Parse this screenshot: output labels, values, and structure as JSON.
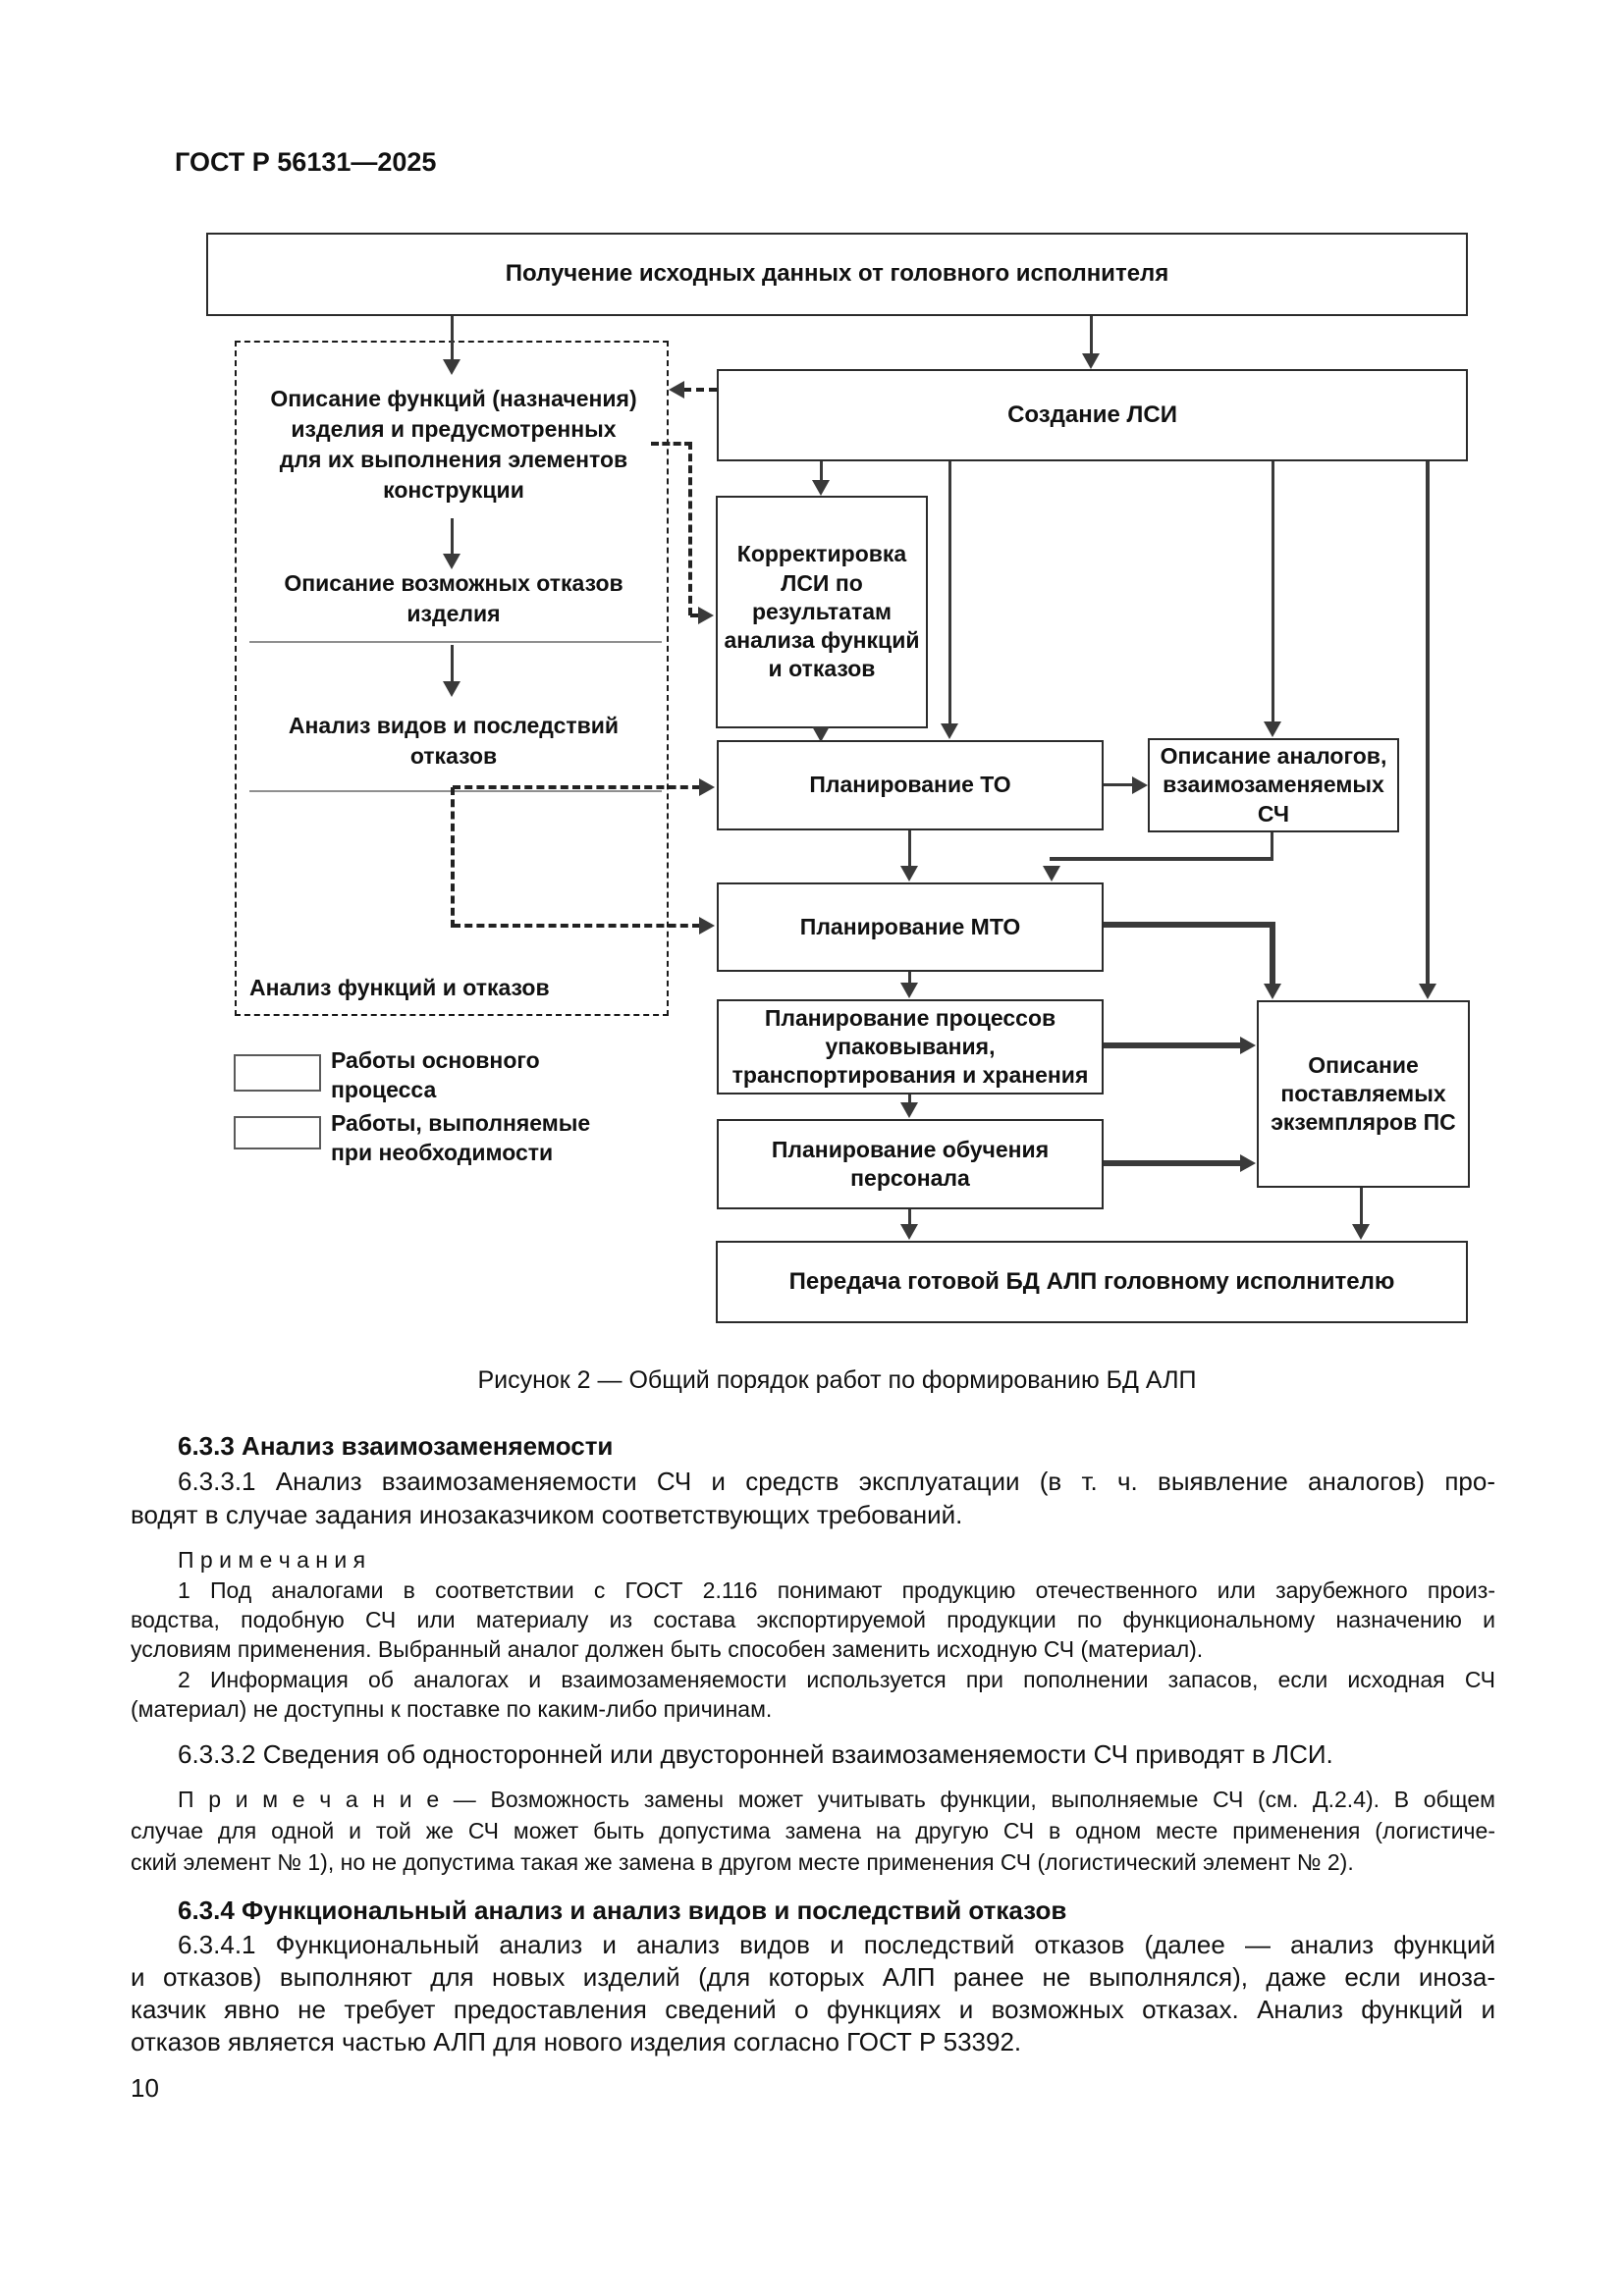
{
  "page": {
    "header": "ГОСТ Р 56131—2025",
    "number": "10"
  },
  "figure": {
    "caption": "Рисунок 2 — Общий порядок работ по формированию БД АЛП",
    "boxes": {
      "receive": "Получение исходных данных от головного исполнителя",
      "create_lsi": "Создание ЛСИ",
      "correct_lsi": "Корректировка ЛСИ по результатам анализа функций и отказов",
      "plan_to": "Планирование ТО",
      "analogs": "Описание аналогов, взаимозаменяемых СЧ",
      "plan_mto": "Планирование МТО",
      "plan_pack": "Планирование процессов упаковывания, транспортирования и хранения",
      "plan_training": "Планирование обучения персонала",
      "delivered": "Описание поставляемых экземпляров ПС",
      "transfer": "Передача готовой БД АЛП головному исполнителю"
    },
    "analysis_region": {
      "label": "Анализ функций и отказов",
      "item1": [
        "Описание функций (назначения)",
        "изделия и предусмотренных",
        "для их выполнения элементов",
        "конструкции"
      ],
      "item2": [
        "Описание возможных отказов",
        "изделия"
      ],
      "item3": [
        "Анализ видов и последствий",
        "отказов"
      ]
    },
    "legend": {
      "main": "Работы основного процесса",
      "optional": "Работы, выполняемые при необходимости"
    }
  },
  "text": {
    "h633": "6.3.3 Анализ взаимозаменяемости",
    "p6331": [
      "6.3.3.1 Анализ взаимозаменяемости СЧ и средств эксплуатации (в т. ч. выявление аналогов) про-",
      "водят в случае задания инозаказчиком соответствующих требований."
    ],
    "notes_title": "П р и м е ч а н и я",
    "note1": [
      "1 Под аналогами в соответствии с ГОСТ 2.116 понимают продукцию отечественного или зарубежного произ-",
      "водства, подобную СЧ или материалу из состава экспортируемой продукции по функциональному назначению и",
      "условиям применения. Выбранный аналог должен быть способен заменить исходную СЧ (материал)."
    ],
    "note2": [
      "2 Информация об аналогах и взаимозаменяемости используется при пополнении запасов, если исходная СЧ",
      "(материал) не доступны к поставке по каким-либо причинам."
    ],
    "p6332": "6.3.3.2 Сведения об односторонней или двусторонней взаимозаменяемости СЧ приводят в ЛСИ.",
    "note3": [
      "П р и м е ч а н и е  —  Возможность замены может учитывать функции, выполняемые СЧ (см. Д.2.4). В общем",
      "случае для одной и той же СЧ может быть допустима замена на другую СЧ в одном месте применения (логистиче-",
      "ский элемент № 1), но не допустима такая же замена в другом месте применения СЧ (логистический элемент № 2)."
    ],
    "h634": "6.3.4 Функциональный анализ и анализ видов и последствий отказов",
    "p6341": [
      "6.3.4.1 Функциональный анализ и анализ видов и последствий отказов (далее — анализ функций",
      "и отказов) выполняют для новых изделий (для которых АЛП ранее не выполнялся), даже если иноза-",
      "казчик явно не требует предоставления сведений о функциях и возможных отказах. Анализ функций и",
      "отказов является частью АЛП для нового изделия согласно ГОСТ Р 53392."
    ]
  }
}
